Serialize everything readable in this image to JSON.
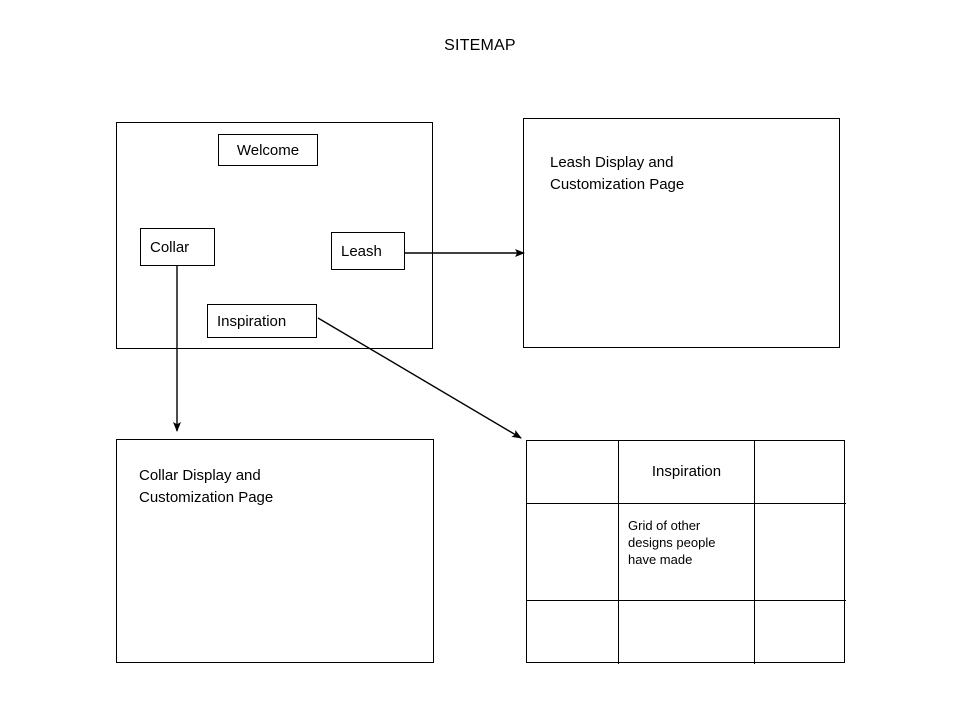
{
  "title": "SITEMAP",
  "home_page": {
    "name": "home-page-frame",
    "nodes": [
      {
        "id": "welcome",
        "label": "Welcome"
      },
      {
        "id": "collar",
        "label": "Collar"
      },
      {
        "id": "leash",
        "label": "Leash"
      },
      {
        "id": "inspiration",
        "label": "Inspiration"
      }
    ]
  },
  "leash_page": {
    "text": "Leash  Display and\nCustomization Page"
  },
  "collar_page": {
    "text": "Collar Display and\nCustomization Page"
  },
  "inspiration_page": {
    "cells": [
      {
        "id": "r1c1",
        "text": "",
        "style": "empty"
      },
      {
        "id": "r1c2",
        "text": "Inspiration",
        "style": "title"
      },
      {
        "id": "r1c3",
        "text": "",
        "style": "empty"
      },
      {
        "id": "r2c1",
        "text": "",
        "style": "empty"
      },
      {
        "id": "r2c2",
        "text": "Grid of other\ndesigns people\nhave made",
        "style": "body"
      },
      {
        "id": "r2c3",
        "text": "",
        "style": "empty"
      },
      {
        "id": "r3c1",
        "text": "",
        "style": "empty"
      },
      {
        "id": "r3c2",
        "text": "",
        "style": "empty"
      },
      {
        "id": "r3c3",
        "text": "",
        "style": "empty"
      }
    ]
  },
  "connectors": [
    {
      "id": "collar-to-collar-page",
      "from": "collar",
      "to": "collar-page",
      "direction": "down"
    },
    {
      "id": "leash-to-leash-page",
      "from": "leash",
      "to": "leash-page",
      "direction": "right"
    },
    {
      "id": "inspiration-to-inspiration-page",
      "from": "inspiration",
      "to": "inspiration-page",
      "direction": "diagonal-down-right"
    }
  ],
  "colors": {
    "background": "#ffffff",
    "stroke": "#000000",
    "text": "#000000"
  }
}
